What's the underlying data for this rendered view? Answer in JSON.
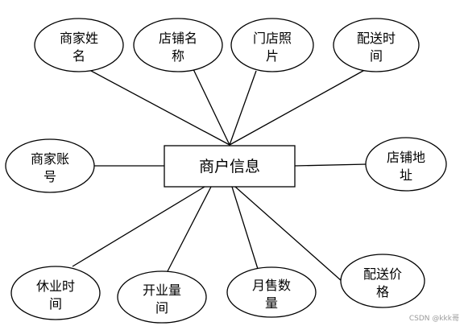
{
  "diagram": {
    "entity": "商户信息",
    "attributes": {
      "merchant_name": [
        "商家姓",
        "名"
      ],
      "store_name": [
        "店铺名",
        "称"
      ],
      "store_photo": [
        "门店照",
        "片"
      ],
      "delivery_time": [
        "配送时",
        "间"
      ],
      "merchant_account": [
        "商家账",
        "号"
      ],
      "store_address": [
        "店铺地",
        "址"
      ],
      "closing_time": [
        "休业时",
        "间"
      ],
      "opening_time": [
        "开业量",
        "间"
      ],
      "monthly_sales": [
        "月售数",
        "量"
      ],
      "delivery_price": [
        "配送价",
        "格"
      ]
    }
  },
  "watermark": "CSDN @kkk哥"
}
